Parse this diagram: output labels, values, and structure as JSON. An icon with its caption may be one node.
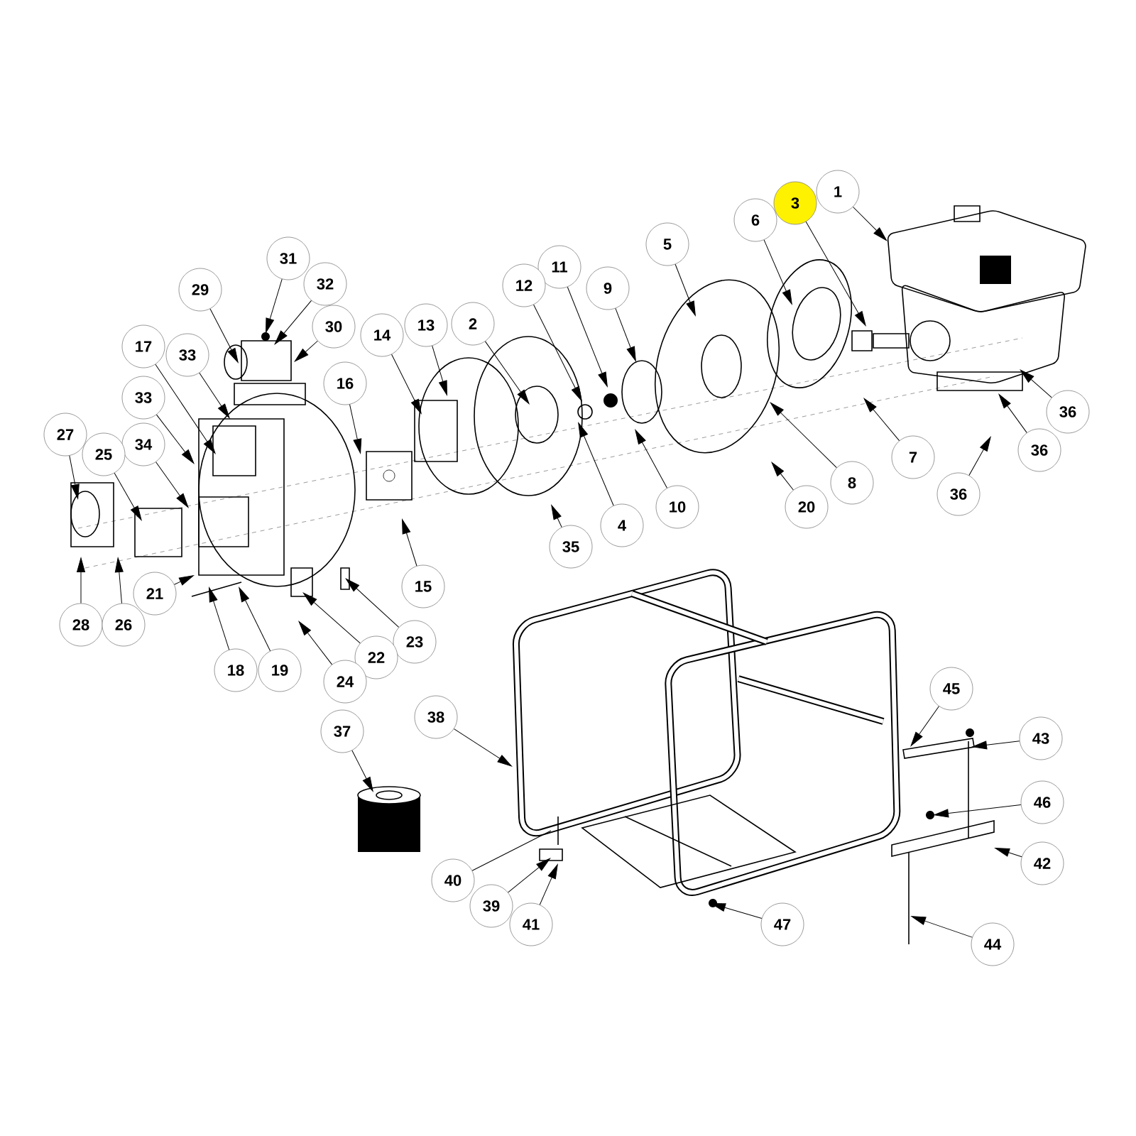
{
  "diagram": {
    "nodes": [
      {
        "text": [
          "1"
        ]
      },
      {
        "text": [
          "3"
        ]
      },
      {
        "text": [
          "6"
        ]
      },
      {
        "text": [
          "5"
        ]
      },
      {
        "text": [
          "31"
        ]
      },
      {
        "text": [
          "11"
        ]
      },
      {
        "text": [
          "12"
        ]
      },
      {
        "text": [
          "32"
        ]
      },
      {
        "text": [
          "9"
        ]
      },
      {
        "text": [
          "29"
        ]
      },
      {
        "text": [
          "2"
        ]
      },
      {
        "text": [
          "13"
        ]
      },
      {
        "text": [
          "14"
        ]
      },
      {
        "text": [
          "30"
        ]
      },
      {
        "text": [
          "17"
        ]
      },
      {
        "text": [
          "33"
        ]
      },
      {
        "text": [
          "16"
        ]
      },
      {
        "text": [
          "33"
        ]
      },
      {
        "text": [
          "36"
        ]
      },
      {
        "text": [
          "27"
        ]
      },
      {
        "text": [
          "34"
        ]
      },
      {
        "text": [
          "36"
        ]
      },
      {
        "text": [
          "25"
        ]
      },
      {
        "text": [
          "7"
        ]
      },
      {
        "text": [
          "8"
        ]
      },
      {
        "text": [
          "36"
        ]
      },
      {
        "text": [
          "10"
        ]
      },
      {
        "text": [
          "20"
        ]
      },
      {
        "text": [
          "4"
        ]
      },
      {
        "text": [
          "35"
        ]
      },
      {
        "text": [
          "15"
        ]
      },
      {
        "text": [
          "21"
        ]
      },
      {
        "text": [
          "28"
        ]
      },
      {
        "text": [
          "26"
        ]
      },
      {
        "text": [
          "23"
        ]
      },
      {
        "text": [
          "22"
        ]
      },
      {
        "text": [
          "18"
        ]
      },
      {
        "text": [
          "19"
        ]
      },
      {
        "text": [
          "24"
        ]
      },
      {
        "text": [
          "45"
        ]
      },
      {
        "text": [
          "38"
        ]
      },
      {
        "text": [
          "37"
        ]
      },
      {
        "text": [
          "43"
        ]
      },
      {
        "text": [
          "46"
        ]
      },
      {
        "text": [
          "42"
        ]
      },
      {
        "text": [
          "40"
        ]
      },
      {
        "text": [
          "39"
        ]
      },
      {
        "text": [
          "41"
        ]
      },
      {
        "text": [
          "47"
        ]
      },
      {
        "text": [
          "44"
        ]
      }
    ],
    "edges": [
      {
        "from": 0,
        "to": null,
        "arrow": "to"
      },
      {
        "from": 1,
        "to": null,
        "arrow": "to"
      },
      {
        "from": 2,
        "to": null,
        "arrow": "to"
      },
      {
        "from": 3,
        "to": null,
        "arrow": "to"
      },
      {
        "from": 4,
        "to": null,
        "arrow": "to"
      },
      {
        "from": 5,
        "to": null,
        "arrow": "to"
      },
      {
        "from": 6,
        "to": null,
        "arrow": "to"
      },
      {
        "from": 7,
        "to": null,
        "arrow": "to"
      },
      {
        "from": 8,
        "to": null,
        "arrow": "to"
      },
      {
        "from": 9,
        "to": null,
        "arrow": "to"
      },
      {
        "from": 10,
        "to": null,
        "arrow": "to"
      },
      {
        "from": 11,
        "to": null,
        "arrow": "to"
      },
      {
        "from": 12,
        "to": null,
        "arrow": "to"
      },
      {
        "from": 13,
        "to": null,
        "arrow": "to"
      },
      {
        "from": 14,
        "to": null,
        "arrow": "to"
      },
      {
        "from": 15,
        "to": null,
        "arrow": "to"
      },
      {
        "from": 16,
        "to": null,
        "arrow": "to"
      },
      {
        "from": 17,
        "to": null,
        "arrow": "to"
      },
      {
        "from": 18,
        "to": null,
        "arrow": "to"
      },
      {
        "from": 19,
        "to": null,
        "arrow": "to"
      },
      {
        "from": 20,
        "to": null,
        "arrow": "to"
      },
      {
        "from": 21,
        "to": null,
        "arrow": "to"
      },
      {
        "from": 22,
        "to": null,
        "arrow": "to"
      },
      {
        "from": 23,
        "to": null,
        "arrow": "to"
      },
      {
        "from": 24,
        "to": null,
        "arrow": "to"
      },
      {
        "from": 25,
        "to": null,
        "arrow": "to"
      },
      {
        "from": 26,
        "to": null,
        "arrow": "to"
      },
      {
        "from": 27,
        "to": null,
        "arrow": "to"
      },
      {
        "from": 28,
        "to": null,
        "arrow": "to"
      },
      {
        "from": 29,
        "to": null,
        "arrow": "to"
      },
      {
        "from": 30,
        "to": null,
        "arrow": "to"
      },
      {
        "from": 31,
        "to": null,
        "arrow": "to"
      },
      {
        "from": 32,
        "to": null,
        "arrow": "to"
      },
      {
        "from": 33,
        "to": null,
        "arrow": "to"
      },
      {
        "from": 34,
        "to": null,
        "arrow": "to"
      },
      {
        "from": 35,
        "to": null,
        "arrow": "to"
      },
      {
        "from": 36,
        "to": null,
        "arrow": "to"
      },
      {
        "from": 37,
        "to": null,
        "arrow": "to"
      },
      {
        "from": 38,
        "to": null,
        "arrow": "to"
      },
      {
        "from": 39,
        "to": null,
        "arrow": "to"
      },
      {
        "from": 40,
        "to": null,
        "arrow": "to"
      },
      {
        "from": 41,
        "to": null,
        "arrow": "to"
      },
      {
        "from": 42,
        "to": null,
        "arrow": "to"
      },
      {
        "from": 43,
        "to": null,
        "arrow": "to"
      },
      {
        "from": 44,
        "to": null,
        "arrow": "to"
      },
      {
        "from": 45,
        "to": null,
        "arrow": "none"
      },
      {
        "from": 46,
        "to": null,
        "arrow": "to"
      },
      {
        "from": 47,
        "to": null,
        "arrow": "to"
      },
      {
        "from": 48,
        "to": null,
        "arrow": "to"
      },
      {
        "from": 49,
        "to": null,
        "arrow": "to"
      }
    ]
  }
}
